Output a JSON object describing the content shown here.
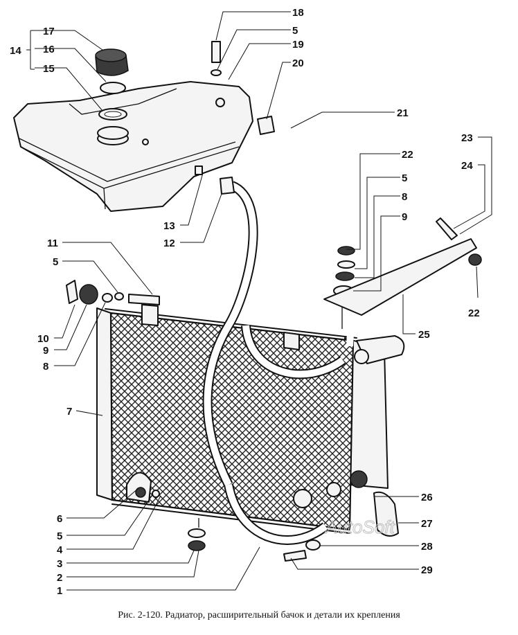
{
  "caption": "Рис. 2-120. Радиатор, расширительный бачок и детали их крепления",
  "watermark": "AutoSoft",
  "callouts": {
    "c1": "1",
    "c2": "2",
    "c3": "3",
    "c4": "4",
    "c5a": "5",
    "c5b": "5",
    "c5c": "5",
    "c5d": "5",
    "c6": "6",
    "c7": "7",
    "c8a": "8",
    "c8b": "8",
    "c9a": "9",
    "c9b": "9",
    "c10": "10",
    "c11": "11",
    "c12": "12",
    "c13": "13",
    "c14": "14",
    "c15": "15",
    "c16": "16",
    "c17": "17",
    "c18": "18",
    "c19": "19",
    "c20": "20",
    "c21": "21",
    "c22a": "22",
    "c22b": "22",
    "c23": "23",
    "c24": "24",
    "c25": "25",
    "c26": "26",
    "c27": "27",
    "c28": "28",
    "c29": "29"
  }
}
